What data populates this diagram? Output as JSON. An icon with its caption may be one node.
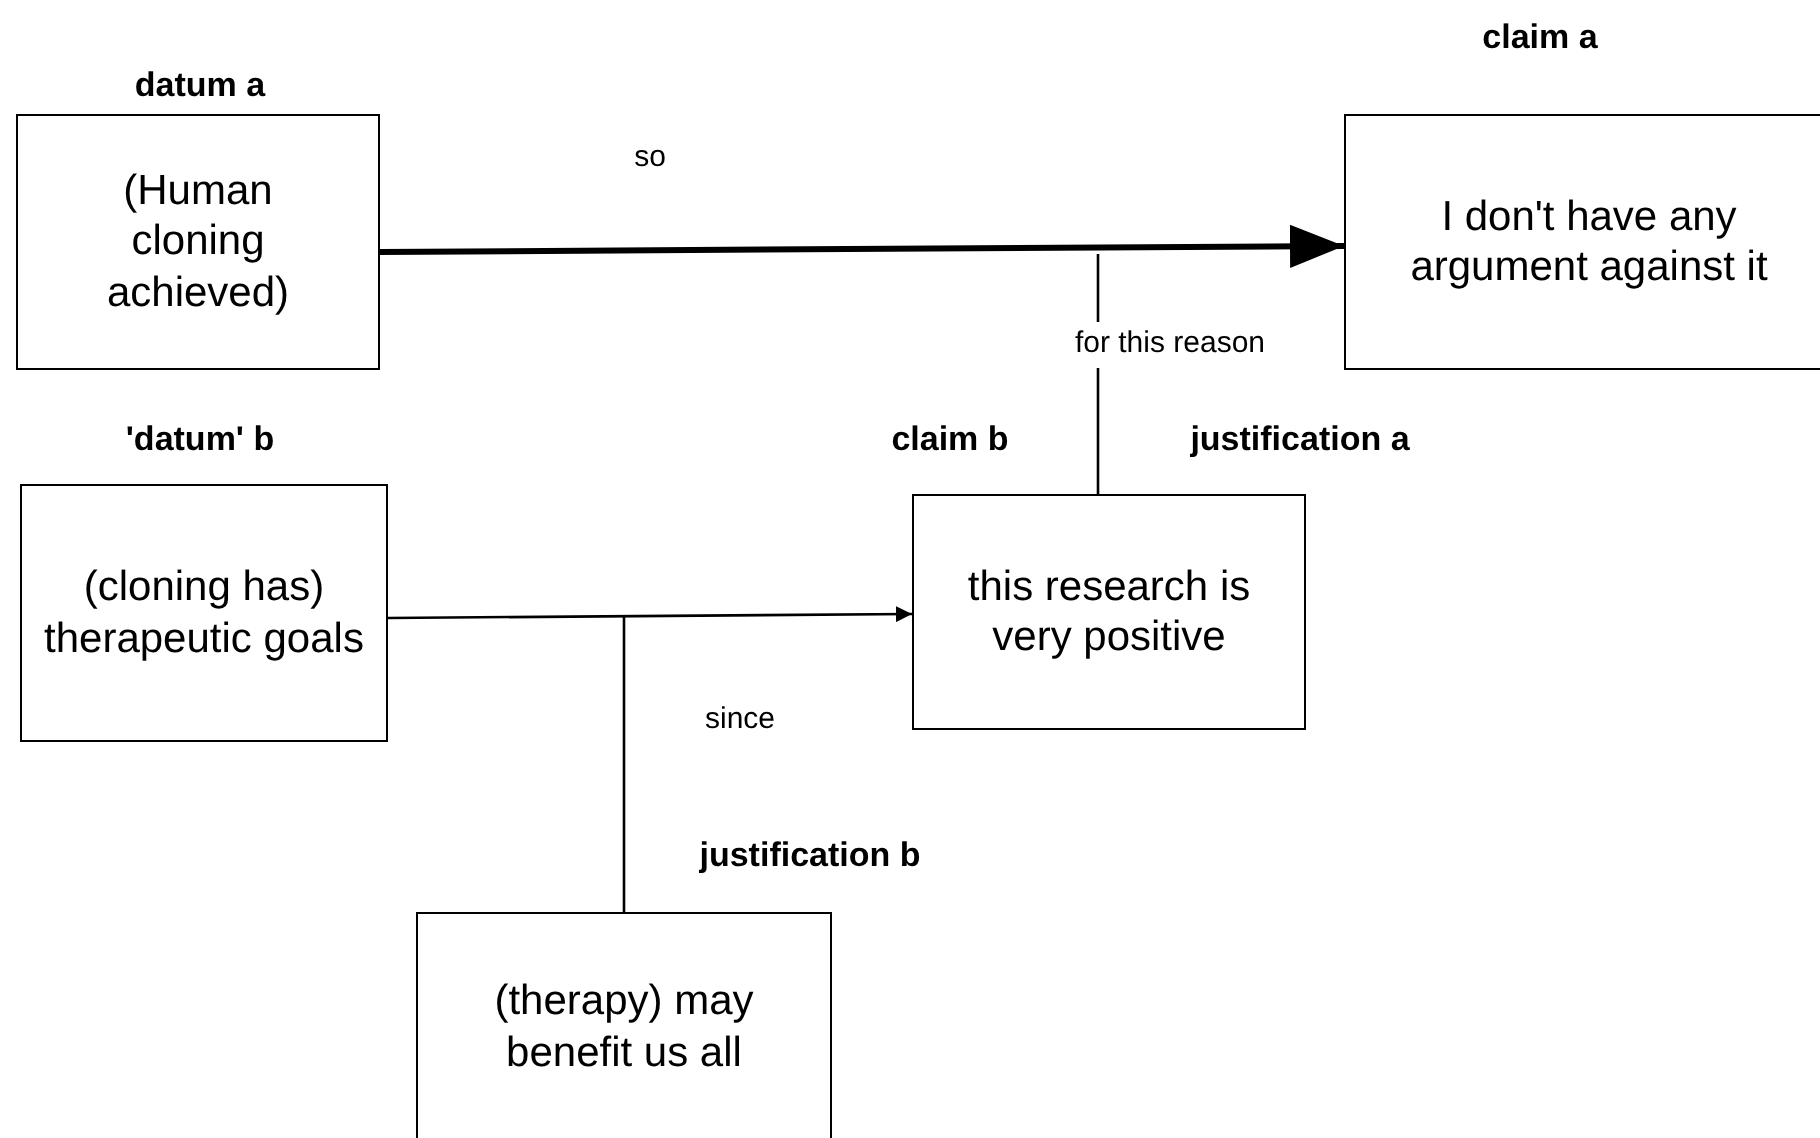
{
  "diagram": {
    "nodes": [
      {
        "text": [
          "datum a",
          "(Human cloning achieved)"
        ]
      },
      {
        "text": [
          "claim a",
          "I don't have any argument against it"
        ]
      },
      {
        "text": [
          "'datum' b",
          "(cloning has) therapeutic goals"
        ]
      },
      {
        "text": [
          "claim b",
          "this research is very positive"
        ],
        "beside": [
          "justification a"
        ]
      },
      {
        "text": [
          "justification b",
          "(therapy) may benefit us all"
        ]
      }
    ],
    "edges": [
      {
        "from": 0,
        "to": 1,
        "arrow": "to",
        "label": "so",
        "style": "thick"
      },
      {
        "from": 3,
        "to": null,
        "arrow": "none",
        "label": "for this reason"
      },
      {
        "from": 2,
        "to": 3,
        "arrow": "to"
      },
      {
        "from": 4,
        "to": null,
        "arrow": "none",
        "label": "since"
      }
    ]
  }
}
